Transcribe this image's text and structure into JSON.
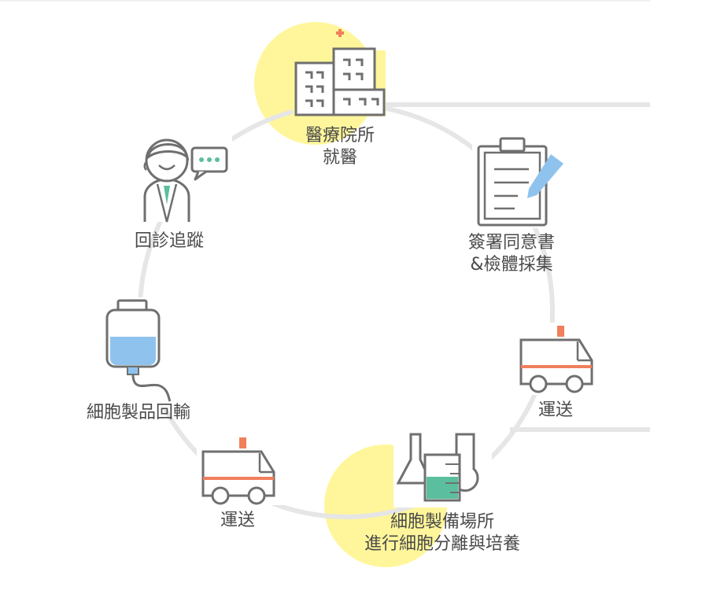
{
  "colors": {
    "ring": "#e6e6e6",
    "highlight": "#fff69b",
    "outline": "#6f6f6f",
    "accent_red": "#f07f5c",
    "accent_blue": "#8fc3ee",
    "accent_green": "#5bbf9f",
    "text": "#4a4a4a"
  },
  "steps": [
    {
      "id": "hospital",
      "icon": "hospital-icon",
      "lines": [
        "醫療院所",
        "就醫"
      ]
    },
    {
      "id": "consent",
      "icon": "clipboard-pen-icon",
      "lines": [
        "簽署同意書",
        "&檢體採集"
      ]
    },
    {
      "id": "transport-1",
      "icon": "ambulance-icon",
      "lines": [
        "運送"
      ]
    },
    {
      "id": "lab",
      "icon": "lab-flask-icon",
      "lines": [
        "細胞製備場所",
        "進行細胞分離與培養"
      ]
    },
    {
      "id": "transport-2",
      "icon": "ambulance-icon",
      "lines": [
        "運送"
      ]
    },
    {
      "id": "infusion",
      "icon": "iv-bag-icon",
      "lines": [
        "細胞製品回輸"
      ]
    },
    {
      "id": "followup",
      "icon": "doctor-chat-icon",
      "lines": [
        "回診追蹤"
      ]
    }
  ]
}
